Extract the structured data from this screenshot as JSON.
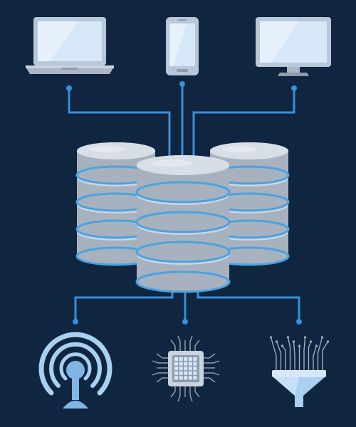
{
  "colors": {
    "background": "#0f2540",
    "wire": "#3a8fd6",
    "device_body": "#b9c8d8",
    "device_screen": "#d6e8f8",
    "device_dark": "#8d9cad",
    "disk_top": "#cfd6df",
    "disk_side": "#a8b2be",
    "disk_band": "#4aa3e0",
    "icon_light": "#a9d0f0",
    "icon_mid": "#7fb6e6"
  },
  "diagram": {
    "top_devices": [
      {
        "name": "laptop",
        "icon": "laptop-icon"
      },
      {
        "name": "smartphone",
        "icon": "smartphone-icon"
      },
      {
        "name": "desktop-monitor",
        "icon": "monitor-icon"
      }
    ],
    "center": {
      "name": "database-servers",
      "icon": "database-stack-icon",
      "stacks": 3
    },
    "bottom_devices": [
      {
        "name": "wireless-antenna",
        "icon": "antenna-signal-icon"
      },
      {
        "name": "cpu-chip",
        "icon": "cpu-chip-icon"
      },
      {
        "name": "data-funnel",
        "icon": "funnel-filter-icon"
      }
    ]
  }
}
